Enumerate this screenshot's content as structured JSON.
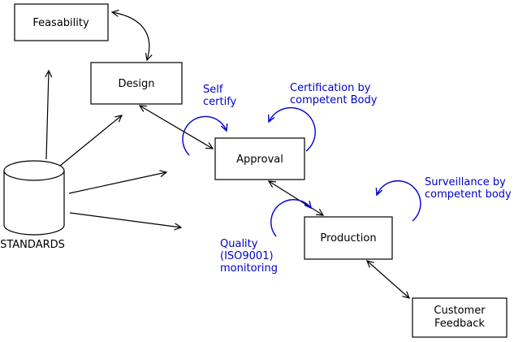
{
  "nodes": {
    "feasability": "Feasability",
    "design": "Design",
    "approval": "Approval",
    "production": "Production",
    "customer_feedback": [
      "Customer",
      "Feedback"
    ],
    "standards": "STANDARDS"
  },
  "annotations": {
    "self_certify": [
      "Self",
      "certify"
    ],
    "certification": [
      "Certification by",
      "competent Body"
    ],
    "surveillance": [
      "Surveillance by",
      "competent body"
    ],
    "quality": [
      "Quality",
      "(ISO9001)",
      "monitoring"
    ]
  },
  "colors": {
    "annotation_blue": "#0000cc",
    "line_black": "#000000",
    "background": "#ffffff"
  }
}
